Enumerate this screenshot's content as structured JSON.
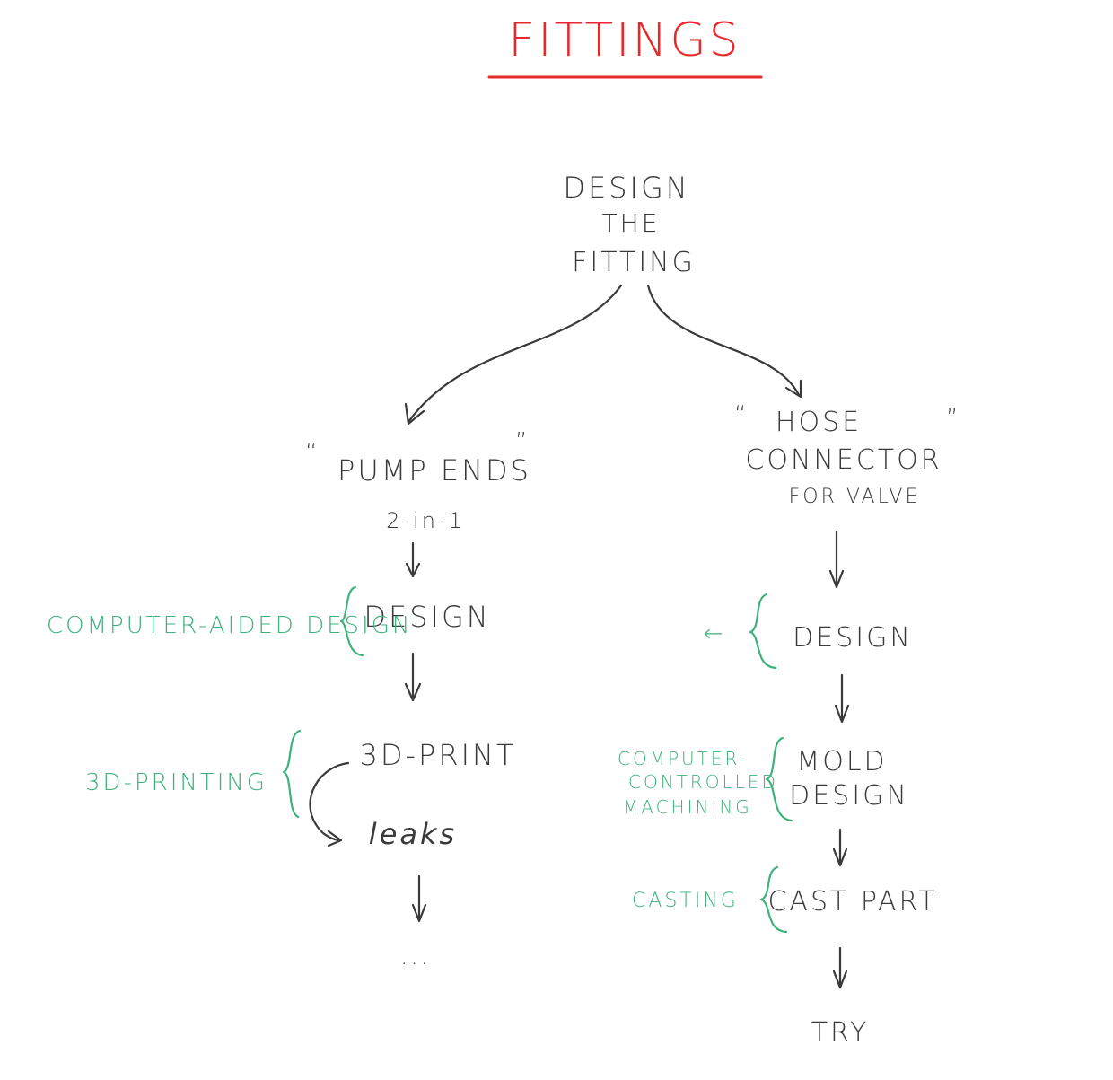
{
  "title": "FITTINGS",
  "root": {
    "lines": [
      "DESIGN",
      "THE",
      "FITTING"
    ]
  },
  "left_branch": {
    "quote_open": "“",
    "quote_close": "”",
    "name": "PUMP ENDS",
    "subtitle": "2-in-1",
    "steps": [
      "DESIGN",
      "3D-PRINT",
      "leaks",
      "..."
    ],
    "side_labels": {
      "design": "COMPUTER-AIDED DESIGN",
      "print": "3D-PRINTING"
    }
  },
  "right_branch": {
    "quote_open": "“",
    "quote_close": "”",
    "name_lines": [
      "HOSE",
      "CONNECTOR"
    ],
    "subtitle": "FOR VALVE",
    "steps": [
      "DESIGN",
      "MOLD",
      "DESIGN",
      "CAST PART",
      "TRY"
    ],
    "side_labels": {
      "design_arrow": "←",
      "mold": [
        "COMPUTER-",
        "CONTROLLED",
        "MACHINING"
      ],
      "cast": "CASTING"
    }
  },
  "colors": {
    "ink": "#3a3a3a",
    "annotation": "#3db27a",
    "title": "#e8292b"
  }
}
